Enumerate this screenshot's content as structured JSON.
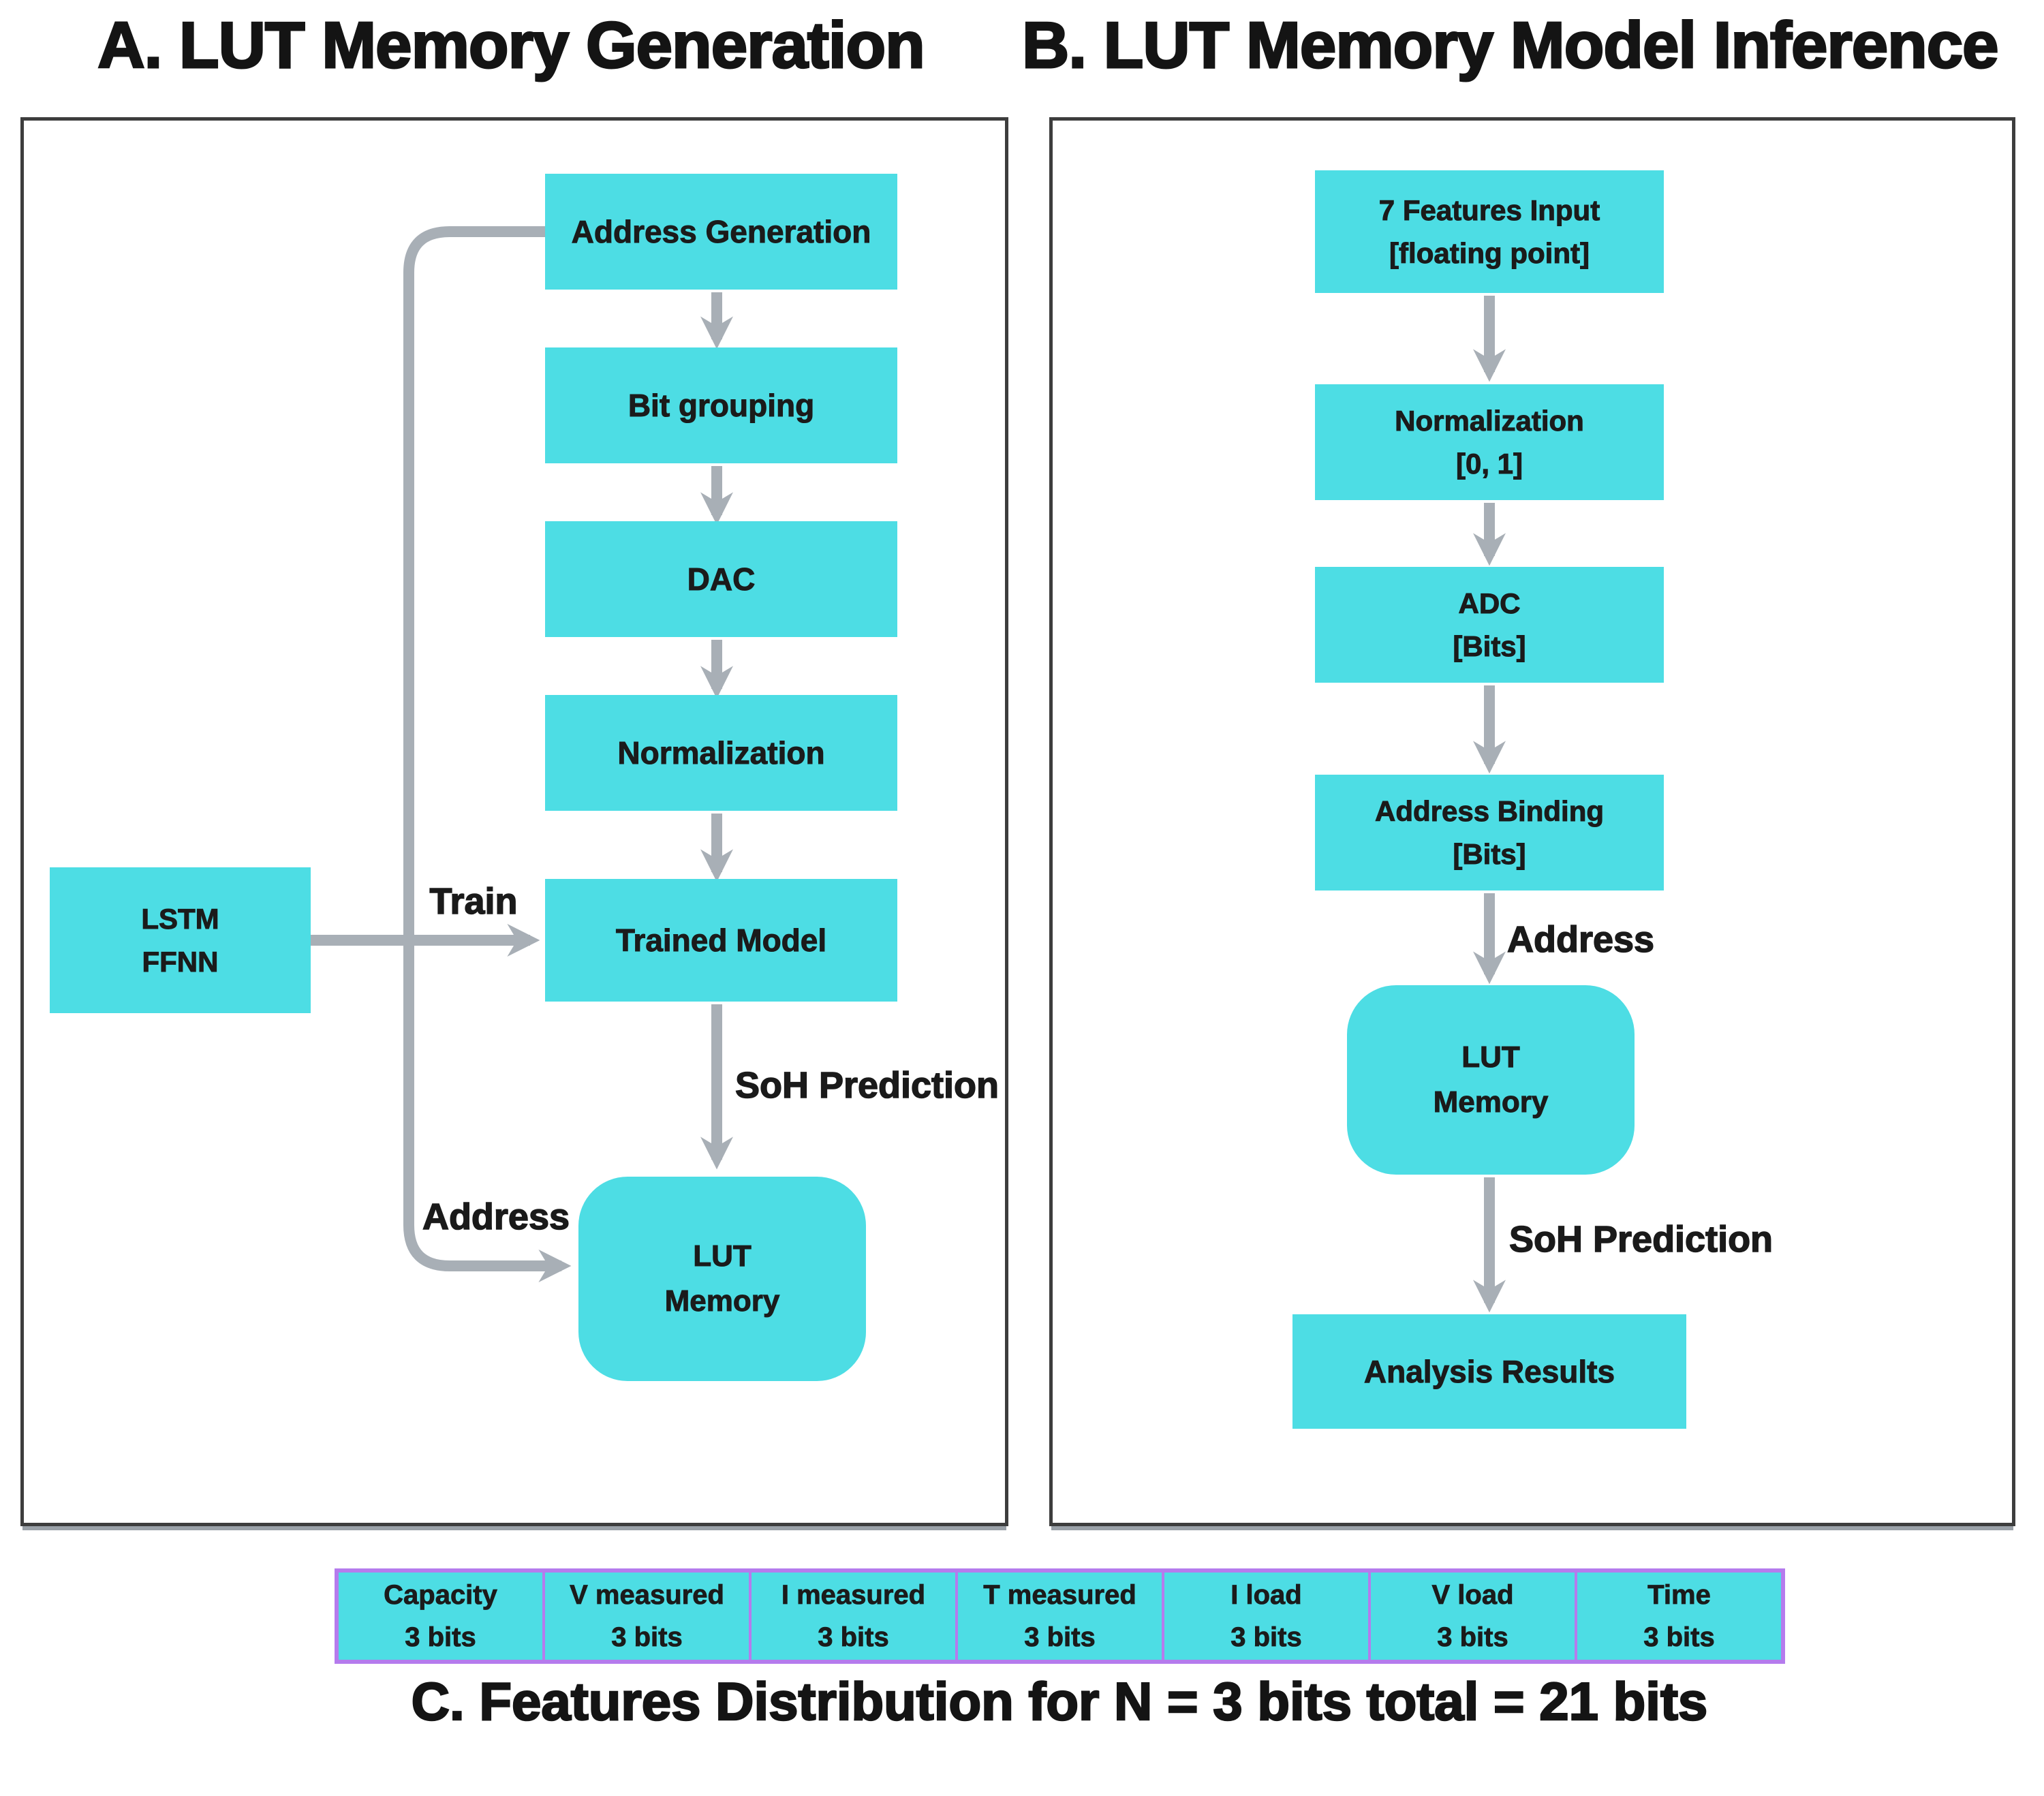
{
  "titles": {
    "panel_a": "A. LUT Memory Generation",
    "panel_b": "B. LUT Memory Model Inference"
  },
  "caption": "C. Features Distribution for N = 3 bits total = 21 bits",
  "colors": {
    "node_fill": "#4DDDE4",
    "table_border": "#B57BED",
    "arrow": "#A8AFB6",
    "panel_border": "#3D3D3D",
    "text": "#1B1B1B"
  },
  "panel_a": {
    "nodes": {
      "address_generation": {
        "label": "Address Generation"
      },
      "bit_grouping": {
        "label": "Bit grouping"
      },
      "dac": {
        "label": "DAC"
      },
      "normalization": {
        "label": "Normalization"
      },
      "trained_model": {
        "label": "Trained Model"
      },
      "lstm_ffnn": {
        "line1": "LSTM",
        "line2": "FFNN"
      },
      "lut_memory": {
        "line1": "LUT",
        "line2": "Memory"
      }
    },
    "edge_labels": {
      "train": "Train",
      "soh_prediction": "SoH Prediction",
      "address": "Address"
    }
  },
  "panel_b": {
    "nodes": {
      "features_input": {
        "line1": "7 Features Input",
        "line2": "[floating point]"
      },
      "normalization": {
        "line1": "Normalization",
        "line2": "[0, 1]"
      },
      "adc": {
        "line1": "ADC",
        "line2": "[Bits]"
      },
      "address_binding": {
        "line1": "Address Binding",
        "line2": "[Bits]"
      },
      "lut_memory": {
        "line1": "LUT",
        "line2": "Memory"
      },
      "analysis_results": {
        "label": "Analysis Results"
      }
    },
    "edge_labels": {
      "address": "Address",
      "soh_prediction": "SoH Prediction"
    }
  },
  "features_table": {
    "cells": [
      {
        "name": "Capacity",
        "bits": "3 bits"
      },
      {
        "name": "V measured",
        "bits": "3 bits"
      },
      {
        "name": "I measured",
        "bits": "3 bits"
      },
      {
        "name": "T measured",
        "bits": "3 bits"
      },
      {
        "name": "I load",
        "bits": "3 bits"
      },
      {
        "name": "V load",
        "bits": "3 bits"
      },
      {
        "name": "Time",
        "bits": "3 bits"
      }
    ]
  }
}
